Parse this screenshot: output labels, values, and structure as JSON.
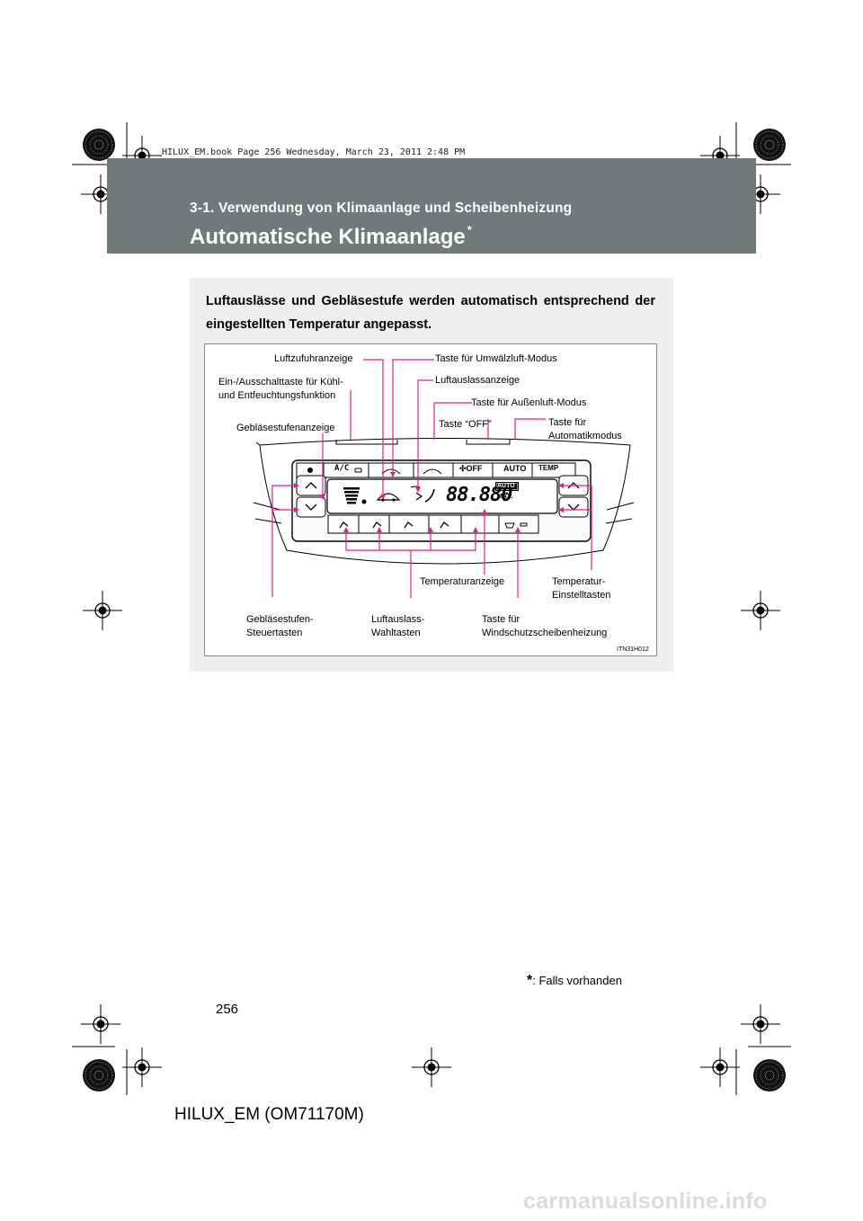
{
  "header": {
    "book_stamp": "HILUX_EM.book  Page 256  Wednesday, March 23, 2011  2:48 PM",
    "section": "3-1. Verwendung von Klimaanlage und Scheibenheizung",
    "title": "Automatische Klimaanlage",
    "title_mark": "*",
    "band_color": "#6e7b7a"
  },
  "intro": "Luftauslässe und Gebläsestufe werden automatisch entsprechend der eingestellten Temperatur angepasst.",
  "figure": {
    "code": "ITN31H012",
    "callout_color": "#e0208a",
    "labels": {
      "airflow_indicator": "Luftzufuhranzeige",
      "recirc_button": "Taste für Umwälzluft-Modus",
      "ac_button_line1": "Ein-/Ausschalttaste für Kühl-",
      "ac_button_line2": "und Entfeuchtungsfunktion",
      "outlet_indicator": "Luftauslassanzeige",
      "fresh_air_button": "Taste für Außenluft-Modus",
      "fan_speed_indicator": "Gebläsestufenanzeige",
      "off_button": "Taste “OFF”",
      "auto_button_line1": "Taste für",
      "auto_button_line2": "Automatikmodus",
      "temp_display": "Temperaturanzeige",
      "temp_buttons_line1": "Temperatur-",
      "temp_buttons_line2": "Einstelltasten",
      "fan_buttons_line1": "Gebläsestufen-",
      "fan_buttons_line2": "Steuertasten",
      "outlet_buttons_line1": "Luftauslass-",
      "outlet_buttons_line2": "Wahltasten",
      "defrost_button_line1": "Taste für",
      "defrost_button_line2": "Windschutzscheibenheizung"
    },
    "panel": {
      "ac_label": "A/C",
      "off_label": "OFF",
      "auto_label": "AUTO",
      "temp_label": "TEMP",
      "display_digits": "88.8",
      "display_digits2": "80",
      "display_auto": "AUTO",
      "display_max": "MAX."
    }
  },
  "footnote": {
    "mark": "*",
    "text": ": Falls vorhanden"
  },
  "page_number": "256",
  "model": "HILUX_EM (OM71170M)",
  "watermark": "carmanualsonline.info"
}
